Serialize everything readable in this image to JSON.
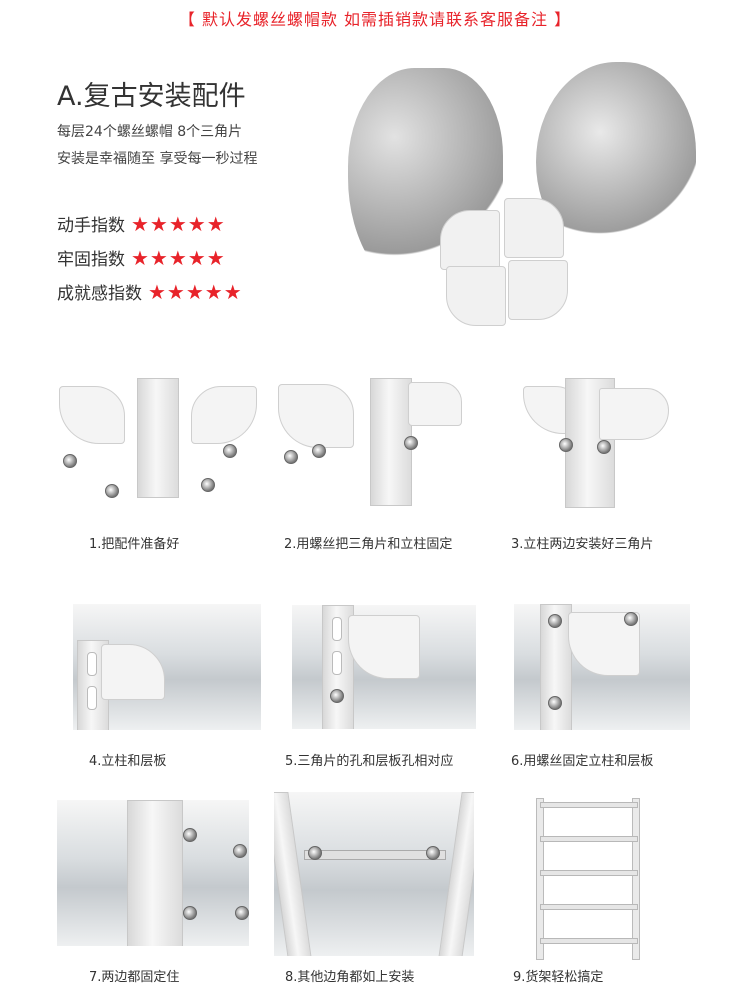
{
  "notice": "【 默认发螺丝螺帽款 如需插销款请联系客服备注 】",
  "intro": {
    "title": "A.复古安装配件",
    "lines": [
      "每层24个螺丝螺帽 8个三角片",
      "安装是幸福随至 享受每一秒过程"
    ]
  },
  "ratings": [
    {
      "label": "动手指数",
      "stars": "★★★★★"
    },
    {
      "label": "牢固指数",
      "stars": "★★★★★"
    },
    {
      "label": "成就感指数",
      "stars": "★★★★★"
    }
  ],
  "colors": {
    "accent": "#e8232a",
    "text": "#333333"
  },
  "steps": [
    {
      "caption": "1.把配件准备好"
    },
    {
      "caption": "2.用螺丝把三角片和立柱固定"
    },
    {
      "caption": "3.立柱两边安装好三角片"
    },
    {
      "caption": "4.立柱和层板"
    },
    {
      "caption": "5.三角片的孔和层板孔相对应"
    },
    {
      "caption": "6.用螺丝固定立柱和层板"
    },
    {
      "caption": "7.两边都固定住"
    },
    {
      "caption": "8.其他边角都如上安装"
    },
    {
      "caption": "9.货架轻松搞定"
    }
  ]
}
